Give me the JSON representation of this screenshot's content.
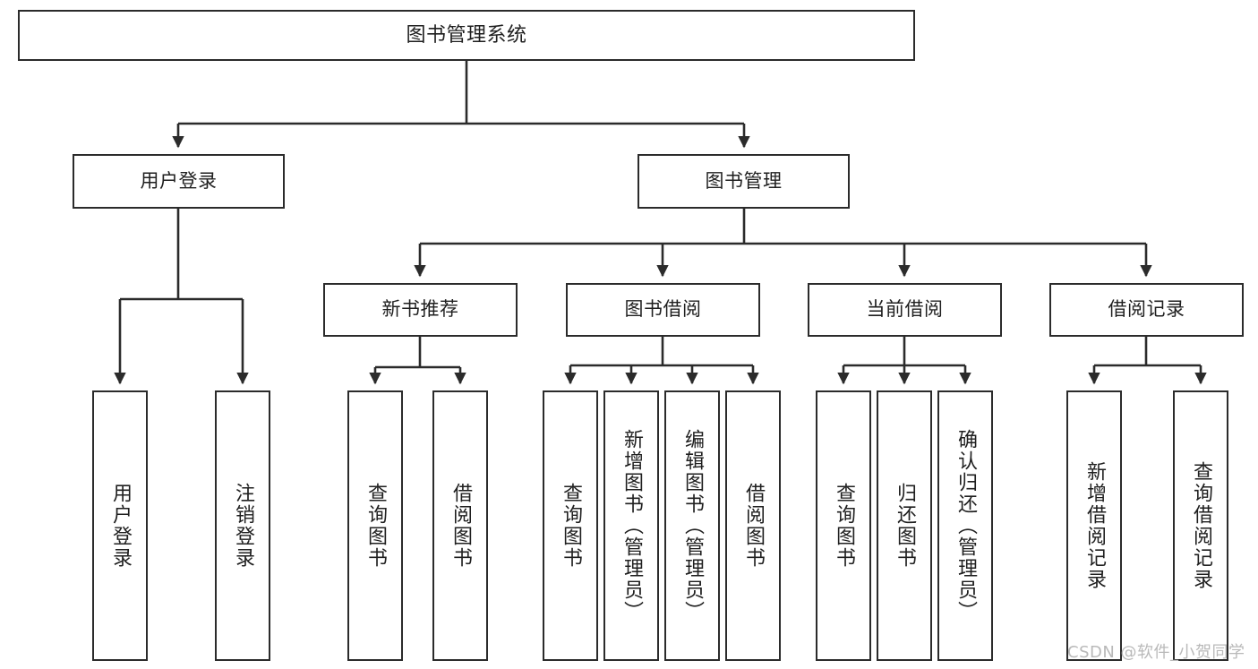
{
  "diagram": {
    "title": "图书管理系统",
    "type": "tree",
    "background_color": "#ffffff",
    "line_color": "#2b2b2b",
    "box_fill": "#ffffff",
    "text_color": "#1f1f1f"
  },
  "nodes": {
    "root": {
      "label": "图书管理系统"
    },
    "level2": [
      {
        "id": "user-login",
        "label": "用户登录"
      },
      {
        "id": "book-manage",
        "label": "图书管理"
      }
    ],
    "level3": [
      {
        "id": "new-book-rec",
        "label": "新书推荐"
      },
      {
        "id": "book-borrow",
        "label": "图书借阅"
      },
      {
        "id": "current-borrow",
        "label": "当前借阅"
      },
      {
        "id": "borrow-record",
        "label": "借阅记录"
      }
    ],
    "leaves": [
      {
        "id": "leaf-user-login",
        "label": "用户登录",
        "parent": "user-login"
      },
      {
        "id": "leaf-logout",
        "label": "注销登录",
        "parent": "user-login"
      },
      {
        "id": "leaf-query-book-1",
        "label": "查询图书",
        "parent": "new-book-rec"
      },
      {
        "id": "leaf-borrow-book-1",
        "label": "借阅图书",
        "parent": "new-book-rec"
      },
      {
        "id": "leaf-query-book-2",
        "label": "查询图书",
        "parent": "book-borrow"
      },
      {
        "id": "leaf-add-book",
        "label": "新增图书（管理员）",
        "parent": "book-borrow"
      },
      {
        "id": "leaf-edit-book",
        "label": "编辑图书（管理员）",
        "parent": "book-borrow"
      },
      {
        "id": "leaf-borrow-book-2",
        "label": "借阅图书",
        "parent": "book-borrow"
      },
      {
        "id": "leaf-query-book-3",
        "label": "查询图书",
        "parent": "current-borrow"
      },
      {
        "id": "leaf-return-book",
        "label": "归还图书",
        "parent": "current-borrow"
      },
      {
        "id": "leaf-confirm-return",
        "label": "确认归还（管理员）",
        "parent": "current-borrow"
      },
      {
        "id": "leaf-add-record",
        "label": "新增借阅记录",
        "parent": "borrow-record"
      },
      {
        "id": "leaf-query-record",
        "label": "查询借阅记录",
        "parent": "borrow-record"
      }
    ]
  },
  "watermark": {
    "text": "CSDN @软件_小贺同学"
  }
}
